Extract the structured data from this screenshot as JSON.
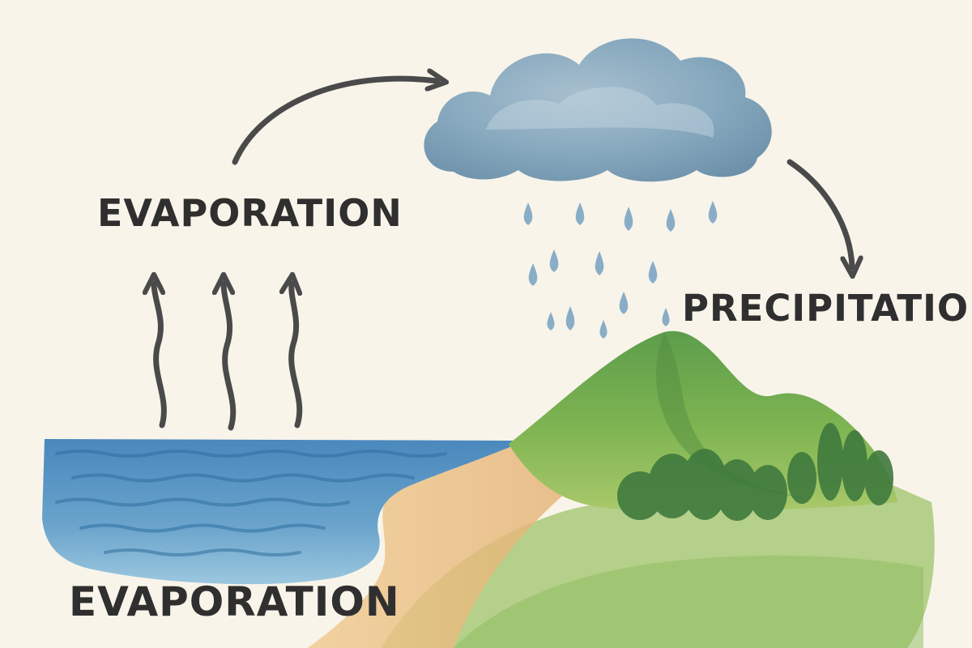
{
  "labels": {
    "evaporation_upper": "EVAPORATION",
    "precipitation": "PRECIPITATION",
    "evaporation_lower": "EVAPORATION"
  },
  "colors": {
    "paper": "#f8f4ea",
    "ink": "#4a4a4a",
    "text": "#2f2f2f",
    "water": "#4f8fbf",
    "cloud": "#7fa3bb",
    "raindrop": "#7ea6c4",
    "hill": "#6fa84e",
    "trees": "#3f7a3d",
    "sand": "#e8b97a"
  },
  "elements": {
    "rising_vapor_arrows": 3,
    "raindrops": 14
  }
}
